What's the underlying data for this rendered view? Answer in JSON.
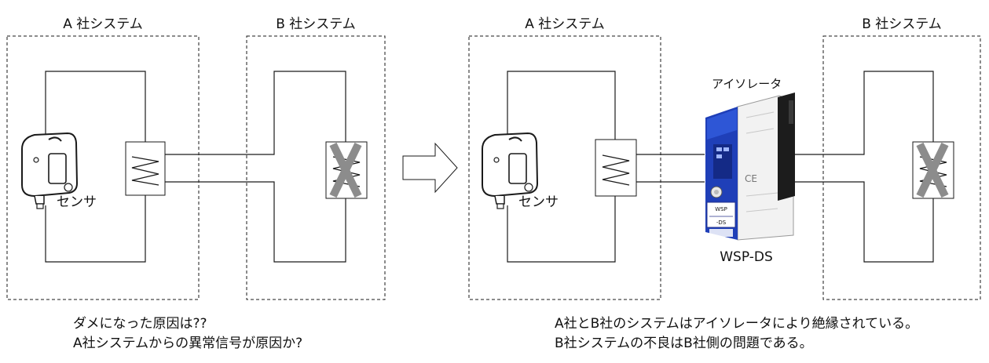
{
  "left_panel": {
    "system_a_label": "A 社システム",
    "system_b_label": "B 社システム",
    "sensor_label": "センサ"
  },
  "right_panel": {
    "system_a_label": "A 社システム",
    "system_b_label": "B 社システム",
    "sensor_label": "センサ",
    "isolator_label": "アイソレータ",
    "isolator_model": "WSP-DS",
    "isolator_panel_text": [
      "WSP",
      "-DS"
    ]
  },
  "captions": {
    "before_line1": "ダメになった原因は??",
    "before_line2": "A社システムからの異常信号が原因か?",
    "after_line1": "A社とB社のシステムはアイソレータにより絶縁されている。",
    "after_line2": "B社システムの不良はB社側の問題である。"
  },
  "colors": {
    "line": "#1a1a1a",
    "x_mark": "#8c8c8c",
    "isolator_blue": "#1f3fb8"
  }
}
